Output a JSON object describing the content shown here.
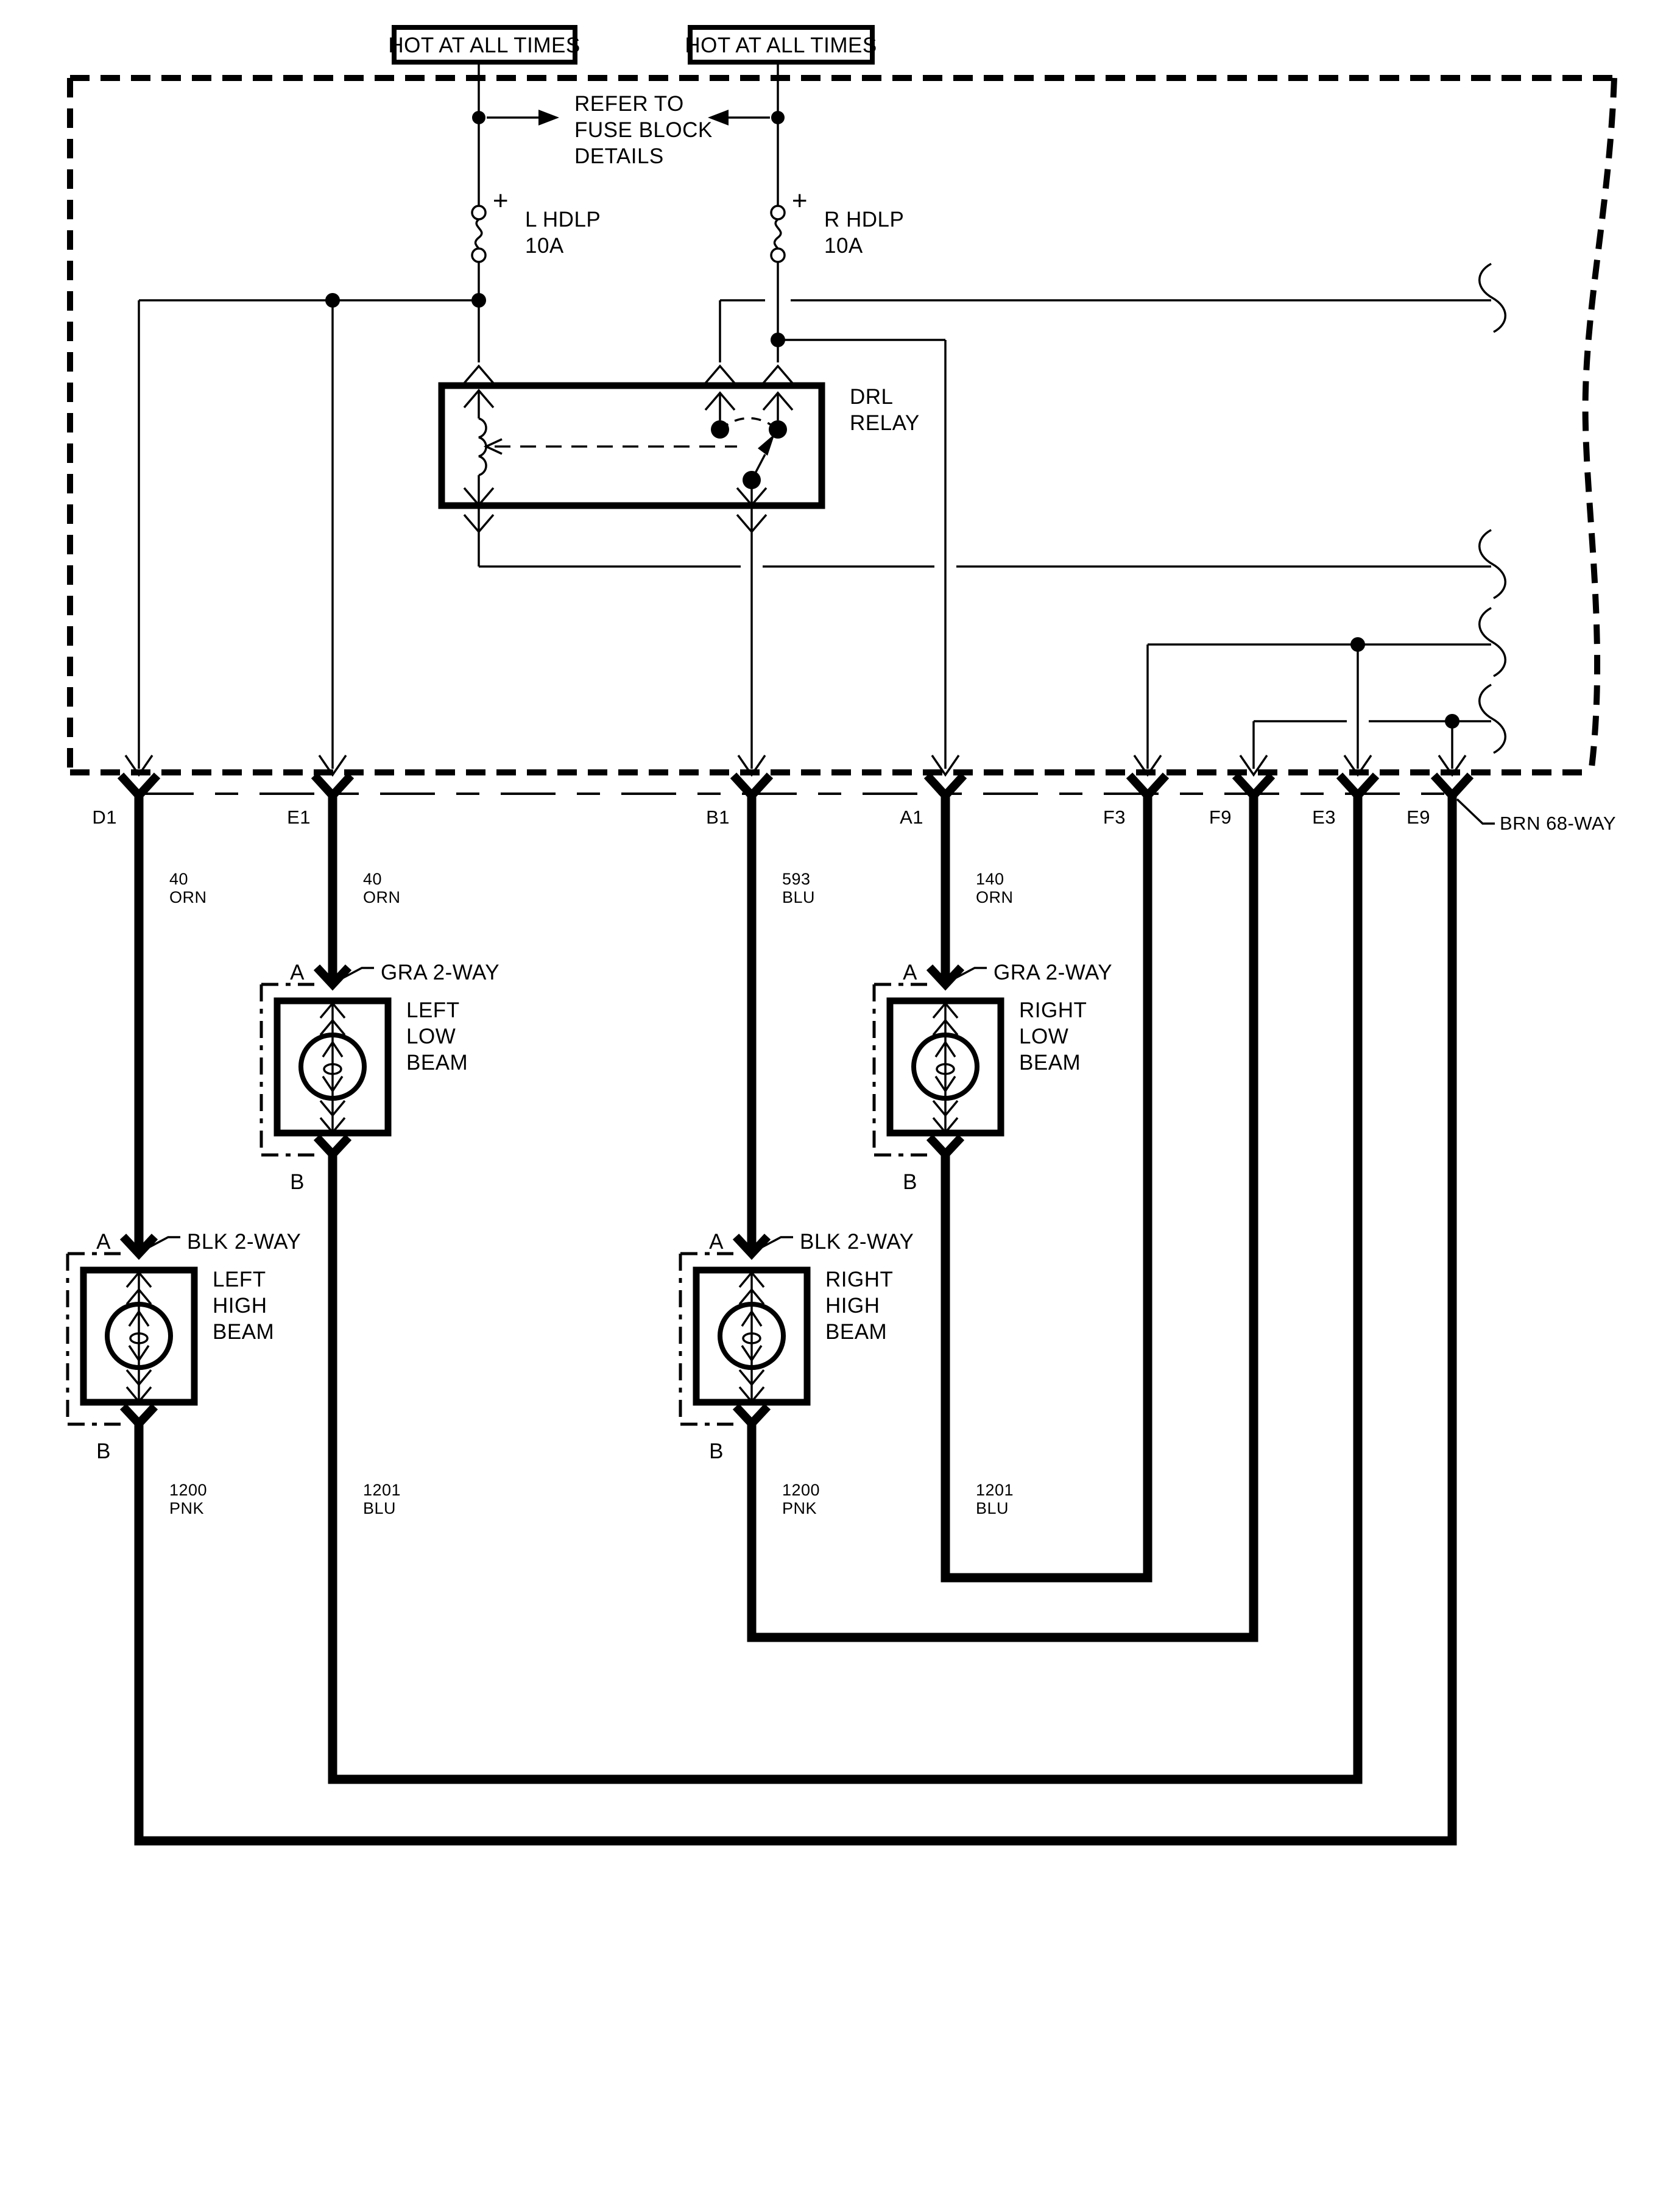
{
  "colors": {
    "ink": "#000000",
    "paper": "#ffffff"
  },
  "power": {
    "left_label": "HOT AT ALL TIMES",
    "right_label": "HOT AT ALL TIMES"
  },
  "fuse_note": [
    "REFER TO",
    "FUSE BLOCK",
    "DETAILS"
  ],
  "fuses": {
    "left": {
      "polarity": "+",
      "name": "L HDLP",
      "rating": "10A"
    },
    "right": {
      "polarity": "+",
      "name": "R HDLP",
      "rating": "10A"
    }
  },
  "relay": {
    "label": [
      "DRL",
      "RELAY"
    ]
  },
  "harness": {
    "pins": [
      "D1",
      "E1",
      "B1",
      "A1",
      "F3",
      "F9",
      "E3",
      "E9"
    ],
    "connector_name": "BRN 68-WAY"
  },
  "wires": {
    "d1_upper": [
      "40",
      "ORN"
    ],
    "e1_upper": [
      "40",
      "ORN"
    ],
    "b1_upper": [
      "593",
      "BLU"
    ],
    "a1_upper": [
      "140",
      "ORN"
    ],
    "d1_lower": [
      "1200",
      "PNK"
    ],
    "e1_lower": [
      "1201",
      "BLU"
    ],
    "b1_lower": [
      "1200",
      "PNK"
    ],
    "a1_lower": [
      "1201",
      "BLU"
    ]
  },
  "lamps": {
    "left_low": {
      "pin_a": "A",
      "pin_b": "B",
      "connector": "GRA 2-WAY",
      "title": [
        "LEFT",
        "LOW",
        "BEAM"
      ]
    },
    "right_low": {
      "pin_a": "A",
      "pin_b": "B",
      "connector": "GRA 2-WAY",
      "title": [
        "RIGHT",
        "LOW",
        "BEAM"
      ]
    },
    "left_high": {
      "pin_a": "A",
      "pin_b": "B",
      "connector": "BLK 2-WAY",
      "title": [
        "LEFT",
        "HIGH",
        "BEAM"
      ]
    },
    "right_high": {
      "pin_a": "A",
      "pin_b": "B",
      "connector": "BLK 2-WAY",
      "title": [
        "RIGHT",
        "HIGH",
        "BEAM"
      ]
    }
  }
}
